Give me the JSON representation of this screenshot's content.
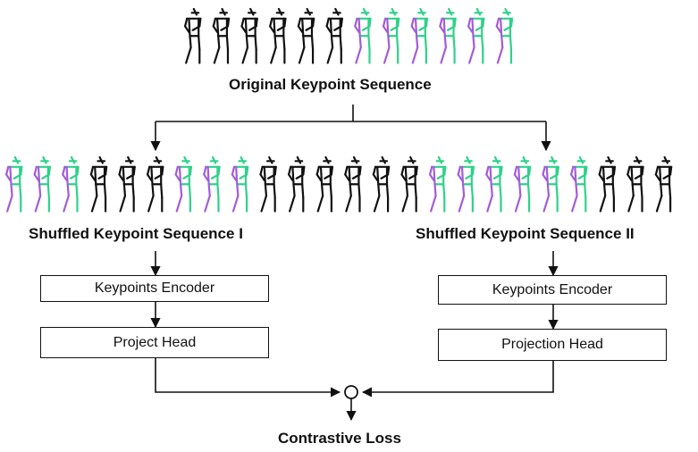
{
  "titles": {
    "original": "Original Keypoint Sequence",
    "shuffled_1": "Shuffled Keypoint Sequence I",
    "shuffled_2": "Shuffled Keypoint Sequence II",
    "loss": "Contrastive Loss"
  },
  "branch_left": {
    "encoder": "Keypoints Encoder",
    "head": "Project Head"
  },
  "branch_right": {
    "encoder": "Keypoints Encoder",
    "head": "Projection Head"
  },
  "colors": {
    "black": "#111111",
    "green": "#2fd18a",
    "purple": "#a35cd6"
  },
  "sequences": {
    "original": [
      "black",
      "black",
      "black",
      "black",
      "black",
      "black",
      "colored",
      "colored",
      "colored",
      "colored",
      "colored",
      "colored"
    ],
    "shuffled": [
      "colored",
      "colored",
      "colored",
      "black",
      "black",
      "black",
      "colored",
      "colored",
      "colored",
      "black",
      "black",
      "black",
      "black",
      "black",
      "black",
      "colored",
      "colored",
      "colored",
      "colored",
      "colored",
      "colored",
      "black",
      "black",
      "black"
    ]
  }
}
